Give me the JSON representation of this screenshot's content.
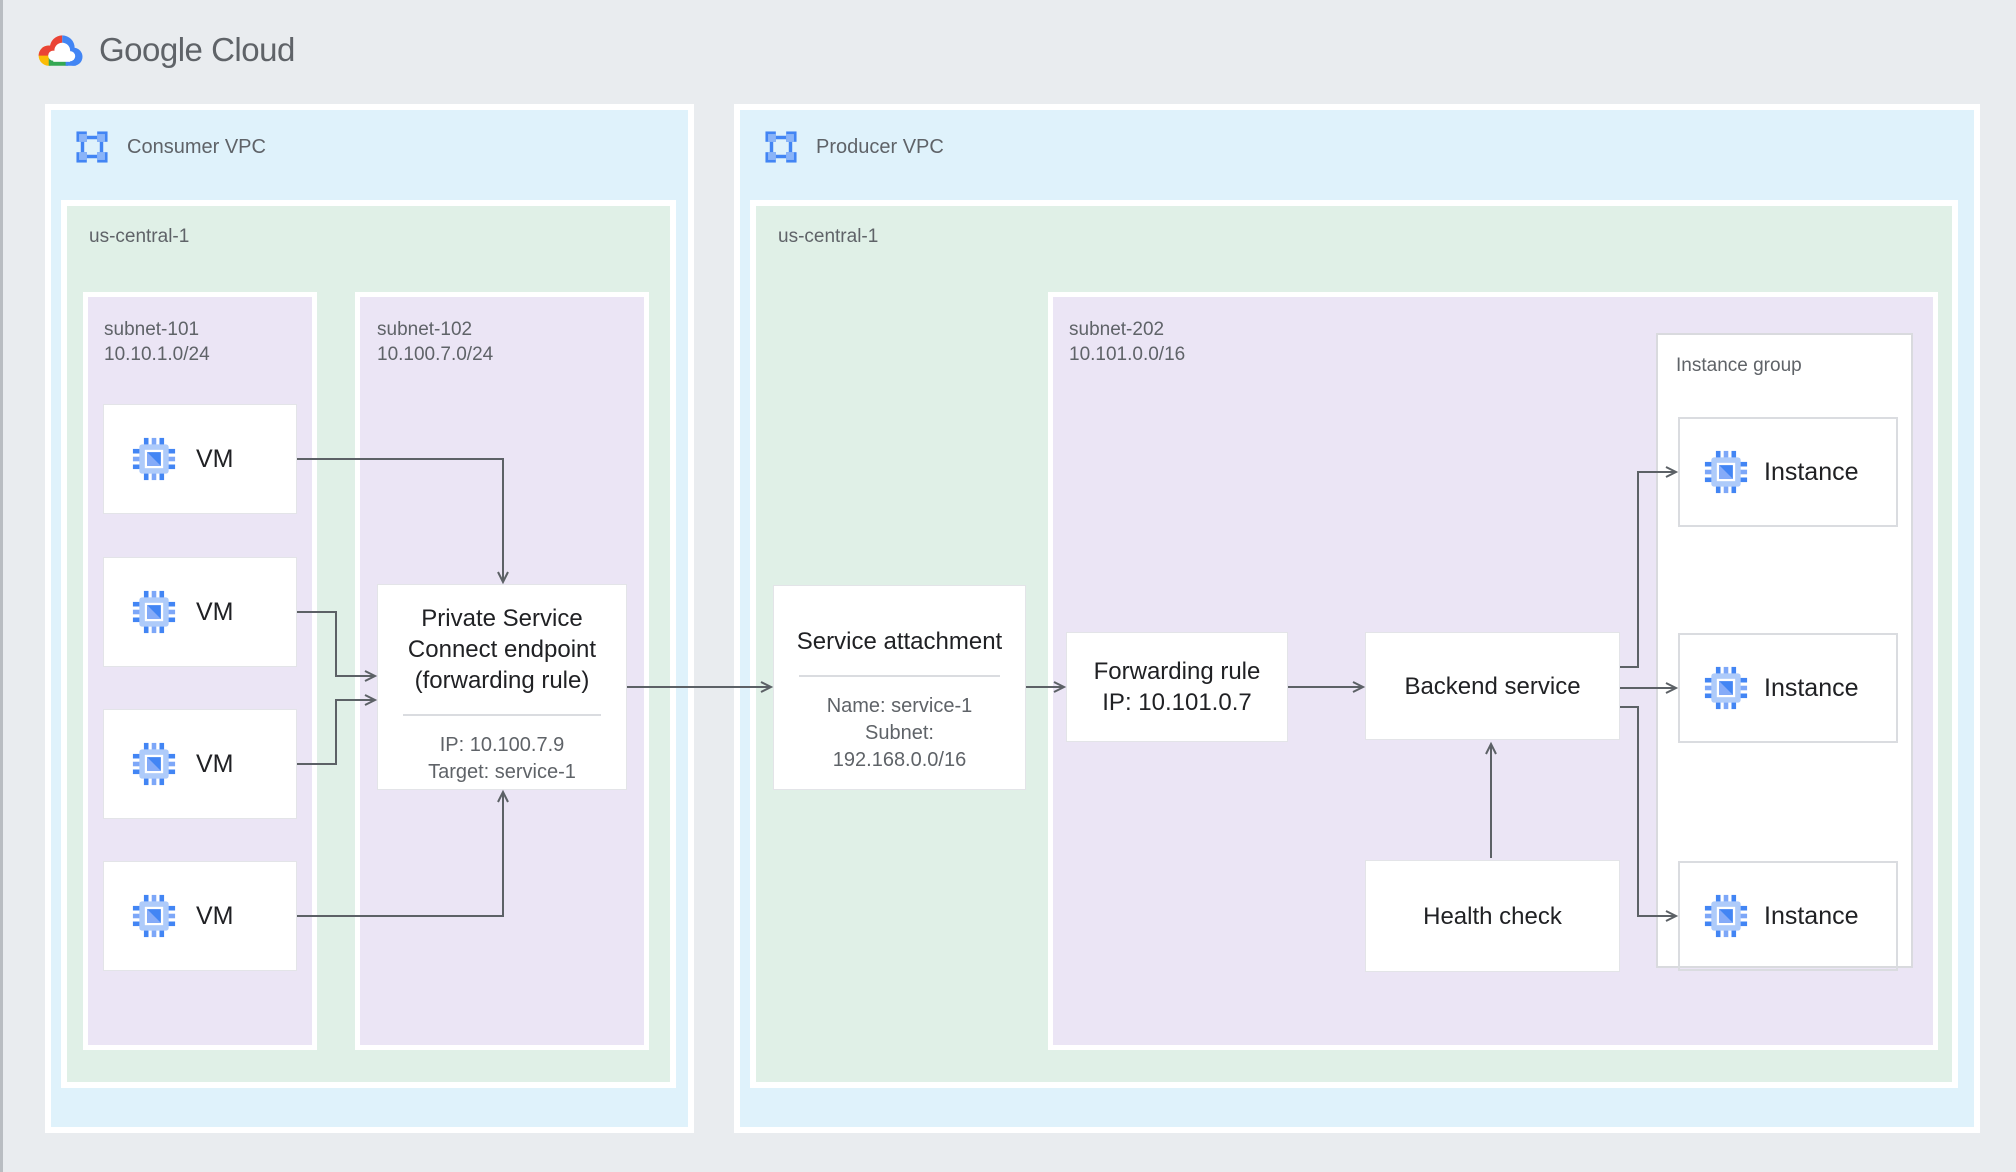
{
  "logo": {
    "wordmark": "Google Cloud"
  },
  "colors": {
    "page_background": "#e9ecef",
    "vpc_fill": "#dff2fb",
    "region_fill": "#e0f0e7",
    "subnet_fill": "#ebe5f5",
    "accent_blue": "#4285f4",
    "accent_blue_light": "#8ab4f8",
    "arrow": "#5c6166",
    "text_dark": "#202124",
    "text_gray": "#5f6368",
    "card_border": "#dadce0",
    "logo_red": "#ea4335",
    "logo_yellow": "#fbbc05",
    "logo_green": "#34a853",
    "logo_blue": "#4285f4"
  },
  "consumer_vpc": {
    "label": "Consumer VPC",
    "region": {
      "label": "us-central-1",
      "subnet_101": {
        "name": "subnet-101",
        "cidr": "10.10.1.0/24",
        "vms": [
          "VM",
          "VM",
          "VM",
          "VM"
        ]
      },
      "subnet_102": {
        "name": "subnet-102",
        "cidr": "10.100.7.0/24",
        "psc_endpoint": {
          "title_lines": [
            "Private Service",
            "Connect endpoint",
            "(forwarding rule)"
          ],
          "details": [
            "IP: 10.100.7.9",
            "Target: service-1"
          ]
        }
      }
    }
  },
  "producer_vpc": {
    "label": "Producer VPC",
    "region": {
      "label": "us-central-1",
      "service_attachment": {
        "title": "Service attachment",
        "details": [
          "Name: service-1",
          "Subnet:",
          "192.168.0.0/16"
        ]
      },
      "subnet_202": {
        "name": "subnet-202",
        "cidr": "10.101.0.0/16",
        "forwarding_rule": {
          "lines": [
            "Forwarding rule",
            "IP: 10.101.0.7"
          ]
        },
        "backend_service": "Backend service",
        "health_check": "Health check",
        "instance_group": {
          "label": "Instance group",
          "instances": [
            "Instance",
            "Instance",
            "Instance"
          ]
        }
      }
    }
  }
}
